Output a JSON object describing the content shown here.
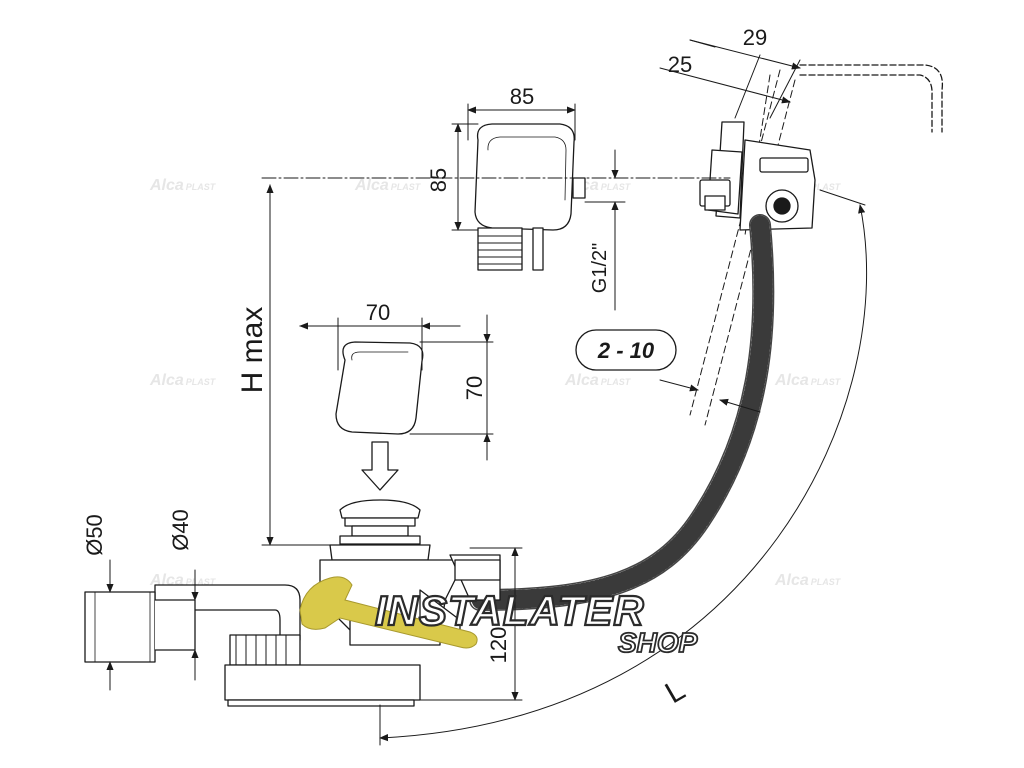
{
  "dimensions": {
    "top_width": "29",
    "top_offset": "25",
    "overflow_width": "85",
    "overflow_height": "85",
    "thread": "G1/2\"",
    "cap_width": "70",
    "cap_height": "70",
    "height_max": "H max",
    "wall_range": "2 - 10",
    "outlet_outer": "Ø50",
    "outlet_inner": "Ø40",
    "trap_height": "120",
    "length": "L"
  },
  "watermark": {
    "brand": "Alca",
    "suffix": "PLAST"
  },
  "logo": {
    "line1": "INSTALATER",
    "line2": "SHOP",
    "accent_color": "#d9c94a",
    "text_color": "#2b2b2b"
  },
  "colors": {
    "line": "#1a1a1a",
    "fill": "#ffffff",
    "hose": "#444444"
  }
}
